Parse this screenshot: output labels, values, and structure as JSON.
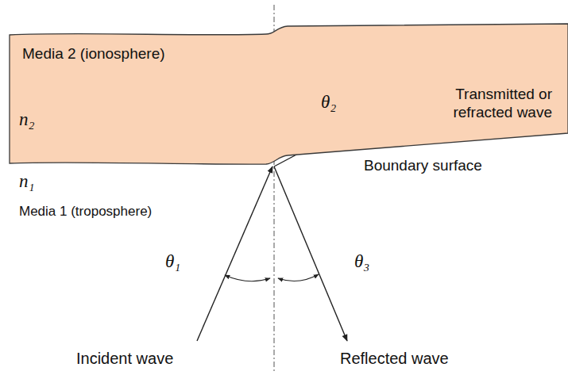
{
  "diagram": {
    "nodes": [
      {
        "text": [
          "Media 2 (ionosphere)",
          "n₂"
        ]
      }
    ],
    "labels": [
      "θ₂",
      "Transmitted or refracted wave",
      "Boundary surface",
      "n₁",
      "Media 1 (troposphere)",
      "θ₁",
      "θ₃",
      "Incident wave",
      "Reflected wave"
    ]
  }
}
